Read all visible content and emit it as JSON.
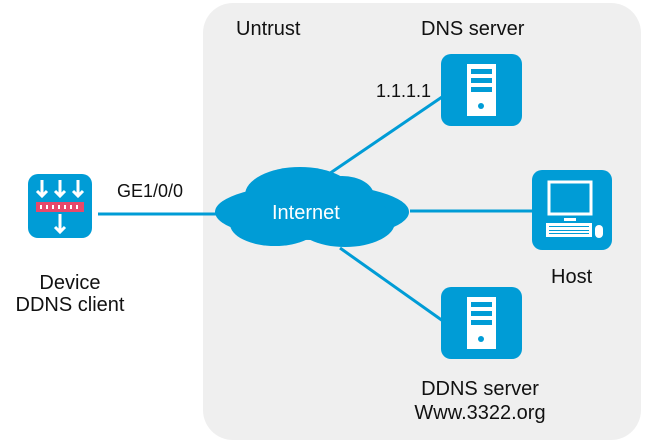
{
  "zone": {
    "label": "Untrust"
  },
  "nodes": {
    "device": {
      "line1": "Device",
      "line2": "DDNS client",
      "interface": "GE1/0/0",
      "icon": "firewall-icon"
    },
    "internet": {
      "label": "Internet",
      "icon": "cloud-icon"
    },
    "dns_server": {
      "label": "DNS server",
      "ip": "1.1.1.1",
      "icon": "server-icon"
    },
    "host": {
      "label": "Host",
      "icon": "pc-icon"
    },
    "ddns_server": {
      "line1": "DDNS server",
      "line2": "Www.3322.org",
      "icon": "server-icon"
    }
  },
  "colors": {
    "accent": "#009cd6",
    "zone_bg": "#efefef",
    "firewall_bar": "#e8486b"
  }
}
